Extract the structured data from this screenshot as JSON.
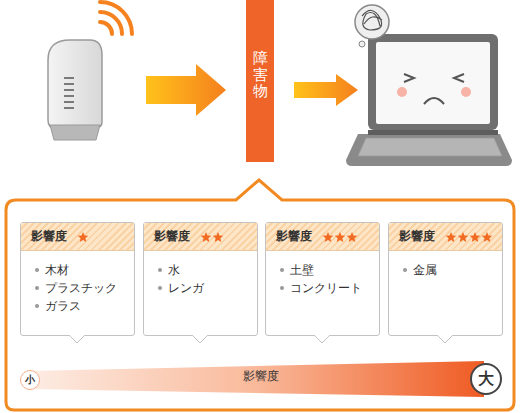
{
  "diagram": {
    "nodes": [
      {
        "text": [
          "障害物"
        ]
      },
      {
        "text": [
          "影響度",
          "木材",
          "プラスチック",
          "ガラス"
        ]
      },
      {
        "text": [
          "影響度",
          "水",
          "レンガ"
        ]
      },
      {
        "text": [
          "影響度",
          "土壁",
          "コンクリート"
        ]
      },
      {
        "text": [
          "影響度",
          "金属"
        ]
      },
      {
        "text": [
          "影響度"
        ]
      },
      {
        "text": [
          "小"
        ],
        "in": 5
      },
      {
        "text": [
          "大"
        ],
        "in": 5
      }
    ]
  }
}
